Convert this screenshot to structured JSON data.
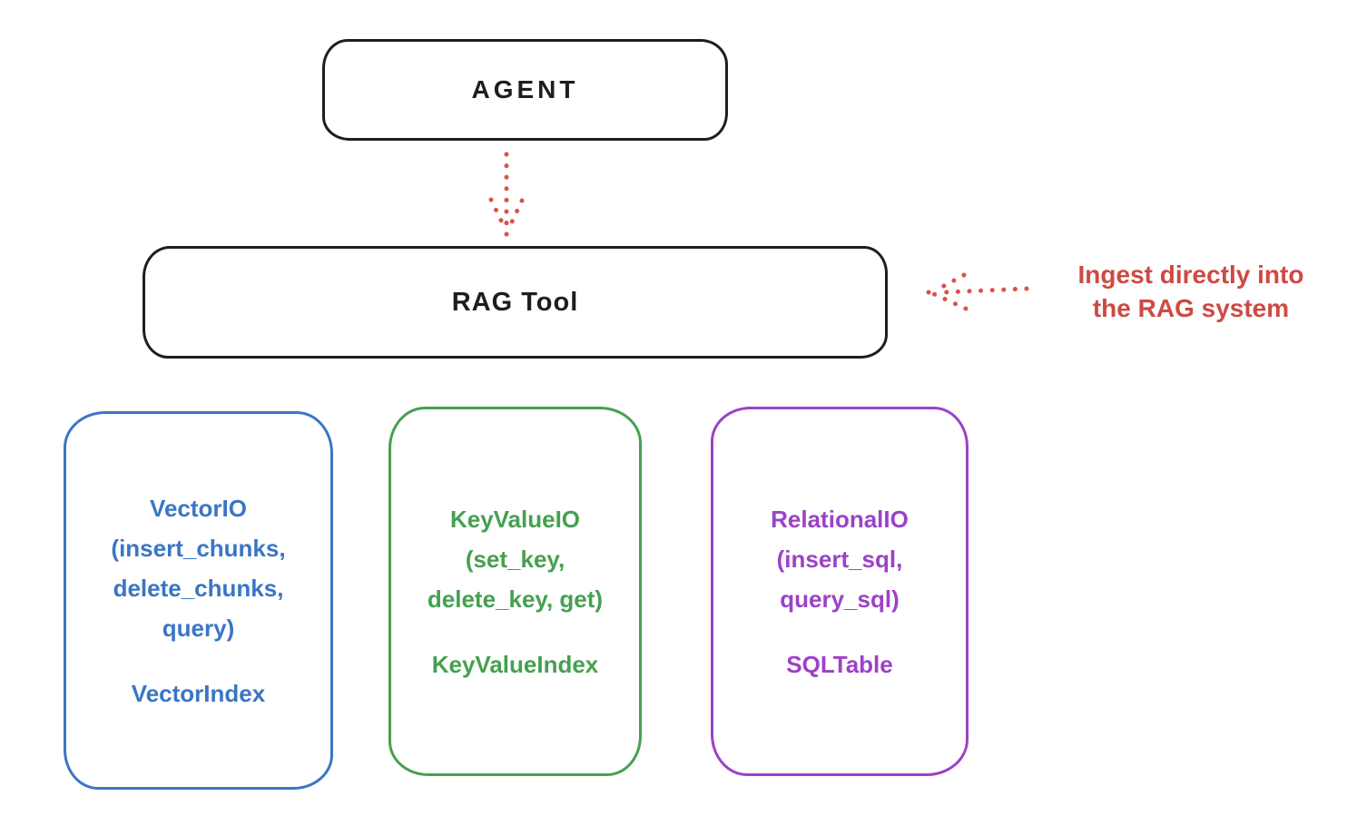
{
  "diagram": {
    "title_hint": "RAG Tool architecture diagram",
    "colors": {
      "stroke_black": "#1e1e1e",
      "red": "#cd4a43",
      "blue": "#3a76c4",
      "green": "#46a050",
      "purple": "#9c42c6",
      "background": "#ffffff"
    },
    "nodes": {
      "agent": {
        "label": "AGENT"
      },
      "rag_tool": {
        "label": "RAG Tool"
      },
      "vector_io": {
        "title": "VectorIO",
        "methods": [
          "(insert_chunks,",
          "delete_chunks,",
          "query)"
        ],
        "index": "VectorIndex",
        "color": "#3a76c4"
      },
      "key_value_io": {
        "title": "KeyValueIO",
        "methods": [
          "(set_key,",
          "delete_key, get)"
        ],
        "index": "KeyValueIndex",
        "color": "#46a050"
      },
      "relational_io": {
        "title": "RelationalIO",
        "methods": [
          "(insert_sql,",
          "query_sql)"
        ],
        "index": "SQLTable",
        "color": "#9c42c6"
      }
    },
    "annotation": {
      "line1": "Ingest directly into",
      "line2": "the RAG system",
      "color": "#cd4a43"
    },
    "arrows": [
      {
        "name": "agent-to-rag-tool",
        "style": "dotted",
        "color": "#d9534b",
        "direction": "down"
      },
      {
        "name": "annotation-to-rag-tool",
        "style": "dotted",
        "color": "#d9534b",
        "direction": "left"
      }
    ]
  }
}
